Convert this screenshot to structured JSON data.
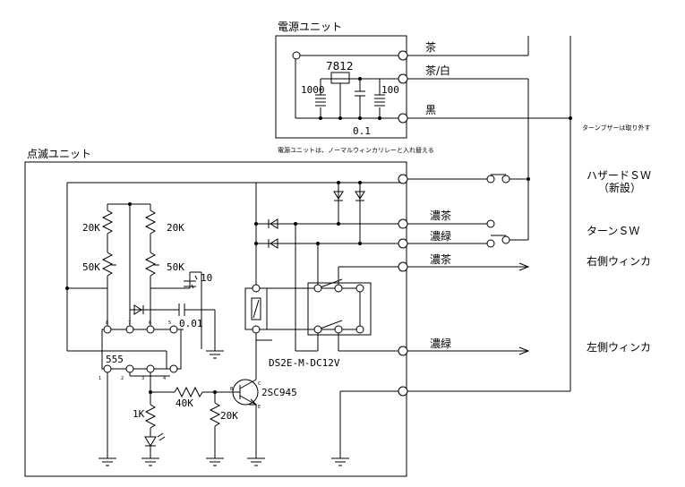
{
  "power_unit": {
    "title": "電源ユニット",
    "regulator": "7812",
    "cap_in": "1000",
    "cap_out": "100",
    "cap_mid": "0.1",
    "wires": [
      "茶",
      "茶/白",
      "黒"
    ],
    "note": "電源ユニットは、ノーマルウィンカリレーと入れ替える"
  },
  "buzzer_note": "ターンブザーは取り外す",
  "flasher_unit": {
    "title": "点滅ユニット",
    "ic": "555",
    "resistors": [
      "20K",
      "20K",
      "50K",
      "50K",
      "1K",
      "40K",
      "20K"
    ],
    "caps": [
      "10",
      "0.01"
    ],
    "transistor": "2SC945",
    "relay": "DS2E-M-DC12V",
    "wires": [
      "濃茶",
      "濃緑",
      "濃茶",
      "濃緑"
    ],
    "ic_pins": [
      "8",
      "7",
      "6",
      "5",
      "1",
      "2",
      "3",
      "4"
    ],
    "transistor_pins": [
      "B",
      "C",
      "E"
    ]
  },
  "right_labels": {
    "hazard": "ハザードＳＷ",
    "hazard_sub": "（新設）",
    "turn": "ターンＳＷ",
    "right": "右側ウィンカ",
    "left": "左側ウィンカ"
  }
}
